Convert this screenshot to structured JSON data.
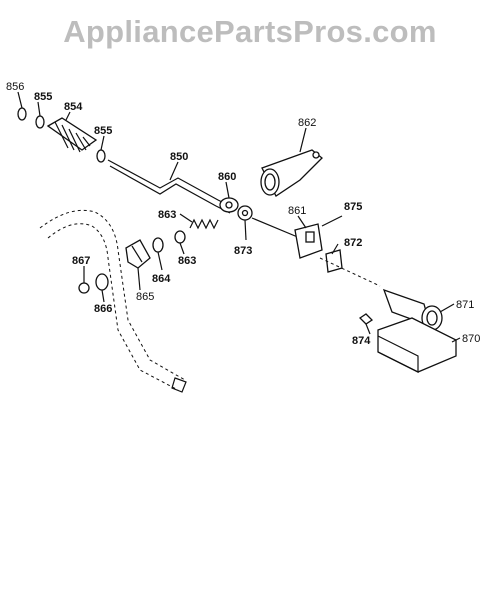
{
  "watermark": "AppliancePartsPros.com",
  "parts": {
    "p856": "856",
    "p855a": "855",
    "p854": "854",
    "p855b": "855",
    "p850": "850",
    "p862": "862",
    "p860": "860",
    "p863a": "863",
    "p861": "861",
    "p875": "875",
    "p873": "873",
    "p872": "872",
    "p867": "867",
    "p864": "864",
    "p863b": "863",
    "p866": "866",
    "p865": "865",
    "p871": "871",
    "p874": "874",
    "p870": "870"
  }
}
